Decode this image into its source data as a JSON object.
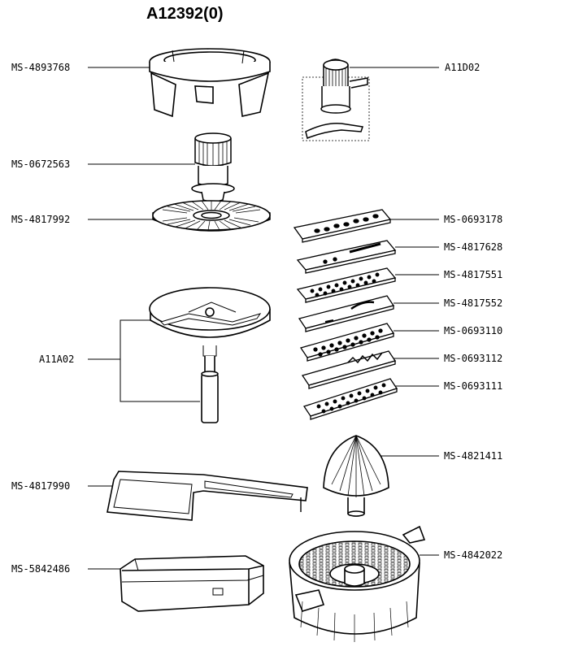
{
  "title": "A12392(0)",
  "left_labels": {
    "ring": "MS-4893768",
    "shaft": "MS-0672563",
    "disc": "MS-4817992",
    "assembly": "A11A02",
    "pusher": "MS-4817990",
    "box": "MS-5842486"
  },
  "right_labels": {
    "knife": "A11D02",
    "blade1": "MS-0693178",
    "blade2": "MS-4817628",
    "blade3": "MS-4817551",
    "blade4": "MS-4817552",
    "blade5": "MS-0693110",
    "blade6": "MS-0693112",
    "blade7": "MS-0693111",
    "cone": "MS-4821411",
    "bowl": "MS-4842022"
  }
}
